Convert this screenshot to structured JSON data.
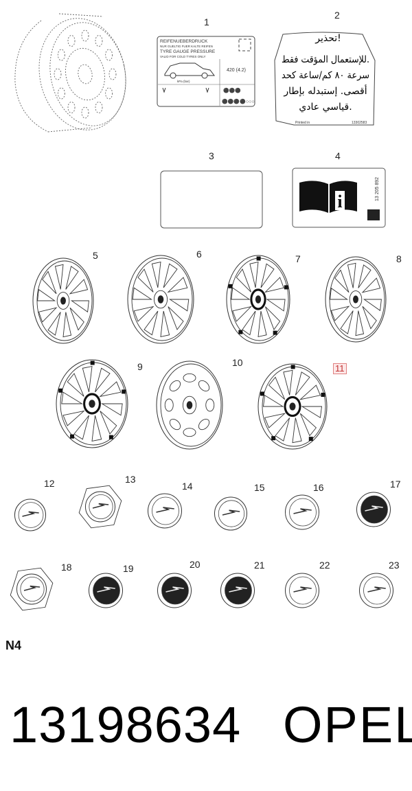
{
  "callouts": [
    "1",
    "2",
    "3",
    "4",
    "5",
    "6",
    "7",
    "8",
    "9",
    "10",
    "11",
    "12",
    "13",
    "14",
    "15",
    "16",
    "17",
    "18",
    "19",
    "20",
    "21",
    "22",
    "23"
  ],
  "highlighted_callout": "11",
  "label1": {
    "line1": "REIFENUEBERDRUCK",
    "line2": "NUR GUELTIG FUER KALTE REIFEN",
    "line3": "TYRE GAUGE PRESSURE",
    "line4": "VALID FOR COLD TYRES ONLY",
    "pressure": "420 (4.2)",
    "kpa": "kPa (bar)"
  },
  "label2": {
    "lines": [
      "تحذير!",
      "للإستعمال المؤقت فقط.",
      "سرعة ٨٠ كم/ساعة كحد",
      "أقصى. إستبدله بإطار",
      "قياسي عادي."
    ],
    "printed": "Printed in",
    "code": "13302583"
  },
  "label4": {
    "code": "13 205 892"
  },
  "section": "N4",
  "part_number": "13198634",
  "brand": "OPEL"
}
